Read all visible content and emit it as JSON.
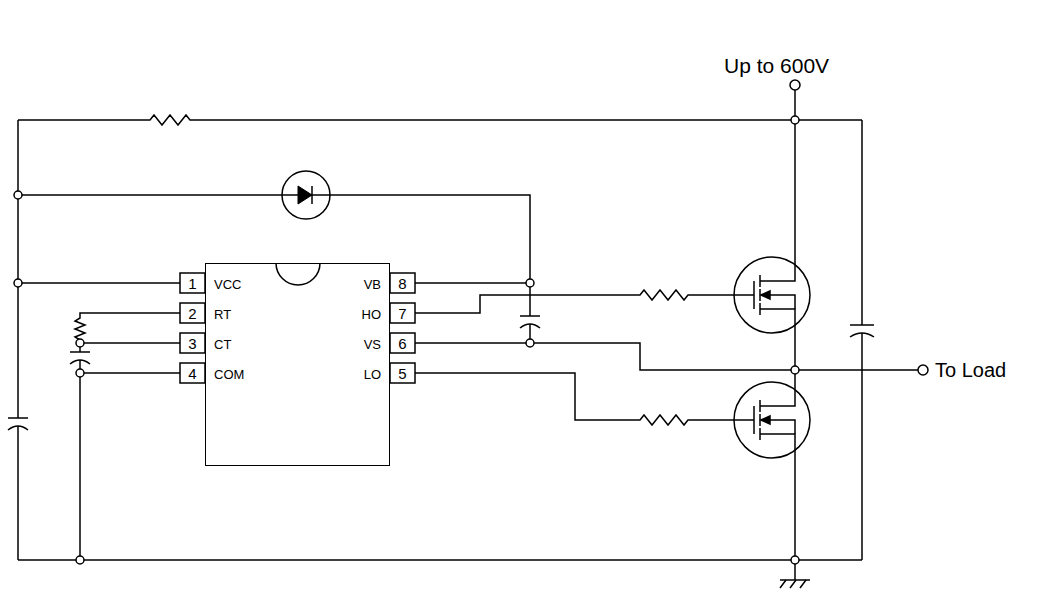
{
  "diagram": {
    "nodes": [
      {
        "text": [
          "VCC",
          "RT",
          "CT",
          "COM",
          "VB",
          "HO",
          "VS",
          "LO"
        ]
      }
    ],
    "labels": [
      "Up to 600V",
      "1",
      "2",
      "3",
      "4",
      "8",
      "7",
      "6",
      "5",
      "To Load"
    ]
  }
}
